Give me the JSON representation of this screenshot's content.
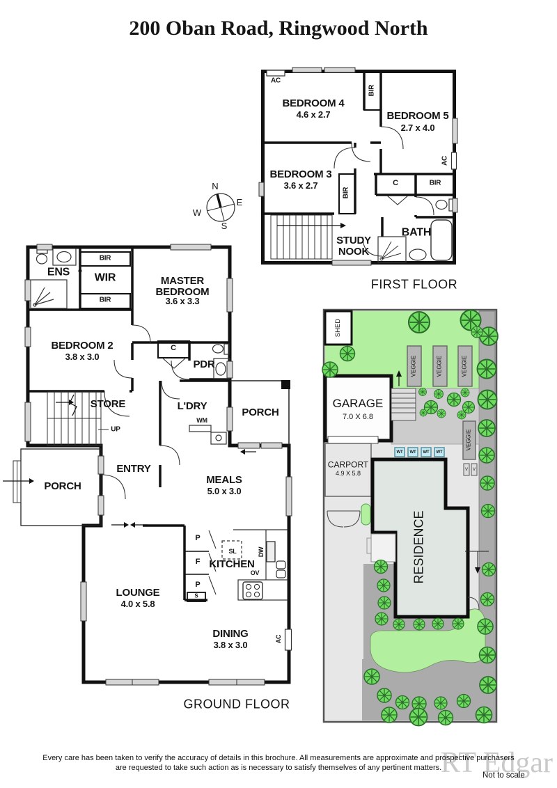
{
  "title": "200 Oban Road, Ringwood North",
  "compass": {
    "north": "N",
    "east": "E",
    "south": "S",
    "west": "W"
  },
  "first_floor": {
    "caption": "FIRST FLOOR",
    "bedroom4_name": "BEDROOM 4",
    "bedroom4_dims": "4.6 x 2.7",
    "bedroom5_name": "BEDROOM 5",
    "bedroom5_dims": "2.7 x 4.0",
    "bedroom3_name": "BEDROOM 3",
    "bedroom3_dims": "3.6 x 2.7",
    "study_nook": "STUDY\nNOOK",
    "bath": "BATH",
    "bir_bed4": "BIR",
    "bir_bed3": "BIR",
    "bir_hall": "BIR",
    "closet": "C",
    "ac_top": "AC",
    "ac_right": "AC"
  },
  "ground_floor": {
    "caption": "GROUND FLOOR",
    "ens": "ENS",
    "wir": "WIR",
    "bir_top": "BIR",
    "bir_bottom": "BIR",
    "master_name": "MASTER\nBEDROOM",
    "master_dims": "3.6 x 3.3",
    "bedroom2_name": "BEDROOM 2",
    "bedroom2_dims": "3.8 x 3.0",
    "closet": "C",
    "pdr": "PDR",
    "store": "STORE",
    "up": "UP",
    "ldry": "L'DRY",
    "wm": "WM",
    "porch_right": "PORCH",
    "porch_left": "PORCH",
    "entry": "ENTRY",
    "meals_name": "MEALS",
    "meals_dims": "5.0 x 3.0",
    "kitchen": "KITCHEN",
    "sl": "SL",
    "dw": "DW",
    "ov": "OV",
    "pantry1": "P",
    "fridge": "F",
    "pantry2": "P",
    "sink": "S",
    "lounge_name": "LOUNGE",
    "lounge_dims": "4.0 x 5.8",
    "dining_name": "DINING",
    "dining_dims": "3.8 x 3.0",
    "ac": "AC"
  },
  "site_plan": {
    "shed": "SHED",
    "garage_name": "GARAGE",
    "garage_dims": "7.0 X 6.8",
    "carport_name": "CARPORT",
    "carport_dims": "4.9 X 5.8",
    "residence": "RESIDENCE",
    "veggie": "VEGGIE",
    "water_tank": "WT",
    "v_label": "V"
  },
  "footer": {
    "disclaimer_line1": "Every care has been taken to verify the accuracy of details in this brochure.  All measurements are approximate and prospective purchasers",
    "disclaimer_line2": "are requested to take such action as is necessary to satisfy themselves of any pertinent matters.",
    "not_to_scale": "Not to scale",
    "watermark": "RT Edgar"
  },
  "colors": {
    "wall": "#111111",
    "lawn": "#b2ef9e",
    "tree_fill": "#6edd5f",
    "paving": "#cccccc",
    "garden_bed": "#ababab",
    "driveway": "#e7e7e7",
    "residence_fill": "#e0e7e2",
    "water_tank_fill": "#c5ecf5"
  }
}
